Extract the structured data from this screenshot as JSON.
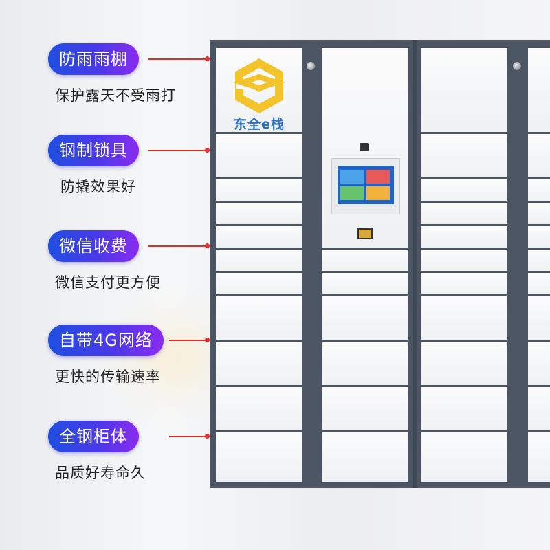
{
  "features": [
    {
      "title": "防雨雨棚",
      "subtitle": "保护露天不受雨打"
    },
    {
      "title": "钢制锁具",
      "subtitle": "防撬效果好"
    },
    {
      "title": "微信收费",
      "subtitle": "微信支付更方便"
    },
    {
      "title": "自带4G网络",
      "subtitle": "更快的传输速率"
    },
    {
      "title": "全钢柜体",
      "subtitle": "品质好寿命久"
    }
  ],
  "cabinet": {
    "brand": "东全e栈"
  },
  "colors": {
    "pill_start": "#1f4fe0",
    "pill_end": "#8a2cf0",
    "connector": "#e02c2c",
    "cabinet_frame": "#4b5563",
    "logo_gold": "#f2c32a",
    "logo_blue": "#2b6fc0"
  }
}
